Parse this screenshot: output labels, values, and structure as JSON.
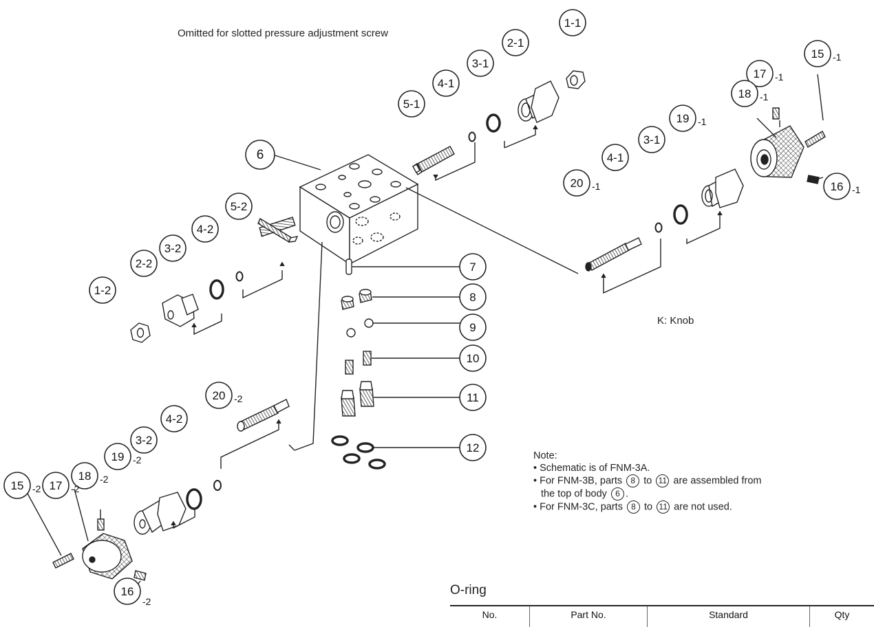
{
  "caption_top": "Omitted for slotted pressure adjustment screw",
  "knob_note": "K: Knob",
  "notes": {
    "heading": "Note:",
    "line1": "• Schematic is of FNM-3A.",
    "line2_a": "• For FNM-3B, parts",
    "line2_n1": "8",
    "line2_b": "to",
    "line2_n2": "11",
    "line2_c": "are assembled from",
    "line3_a": "the top of body",
    "line3_n": "6",
    "line3_b": ".",
    "line4_a": "• For FNM-3C, parts",
    "line4_n1": "8",
    "line4_b": "to",
    "line4_n2": "11",
    "line4_c": "are not used."
  },
  "oring": {
    "title": "O-ring",
    "headers": [
      "No.",
      "Part No.",
      "Standard",
      "Qty"
    ]
  },
  "callouts": {
    "c1_1": "1-1",
    "c2_1": "2-1",
    "c3_1a": "3-1",
    "c4_1a": "4-1",
    "c5_1": "5-1",
    "c6": "6",
    "c5_2": "5-2",
    "c4_2a": "4-2",
    "c3_2a": "3-2",
    "c2_2": "2-2",
    "c1_2": "1-2",
    "c15_1": "15",
    "c15_1s": "-1",
    "c17_1": "17",
    "c17_1s": "-1",
    "c18_1": "18",
    "c18_1s": "-1",
    "c19_1": "19",
    "c19_1s": "-1",
    "c3_1b": "3-1",
    "c4_1b": "4-1",
    "c20_1": "20",
    "c20_1s": "-1",
    "c16_1": "16",
    "c16_1s": "-1",
    "c7": "7",
    "c8": "8",
    "c9": "9",
    "c10": "10",
    "c11": "11",
    "c12": "12",
    "c20_2": "20",
    "c20_2s": "-2",
    "c4_2b": "4-2",
    "c3_2b": "3-2",
    "c19_2": "19",
    "c19_2s": "-2",
    "c18_2": "18",
    "c18_2s": "-2",
    "c17_2": "17",
    "c17_2s": "-2",
    "c15_2": "15",
    "c15_2s": "-2",
    "c16_2": "16",
    "c16_2s": "-2"
  }
}
